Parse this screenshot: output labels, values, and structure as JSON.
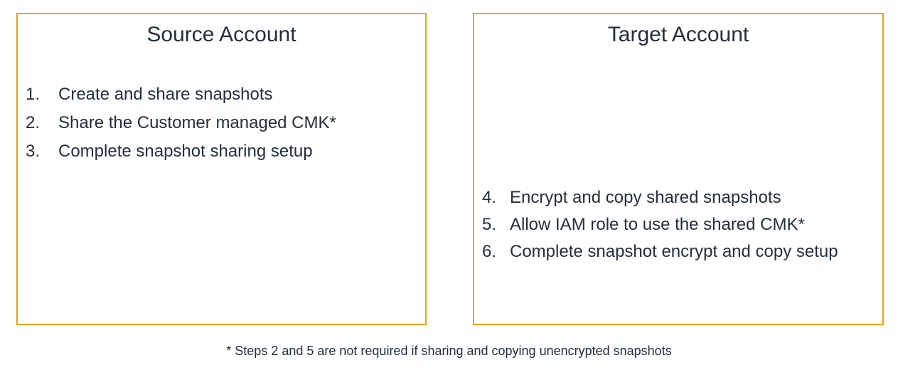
{
  "colors": {
    "background": "#FFFFFF",
    "box_border": "#F2A104",
    "text": "#232F3E"
  },
  "source_box": {
    "title": "Source Account",
    "items": [
      {
        "num": "1.",
        "text": "Create and share snapshots"
      },
      {
        "num": "2.",
        "text": "Share the Customer managed CMK*"
      },
      {
        "num": "3.",
        "text": "Complete snapshot sharing setup"
      }
    ]
  },
  "target_box": {
    "title": "Target Account",
    "items": [
      {
        "num": "4.",
        "text": "Encrypt and copy shared snapshots"
      },
      {
        "num": "5.",
        "text": "Allow IAM role to use the shared CMK*"
      },
      {
        "num": "6.",
        "text": "Complete snapshot encrypt and copy setup"
      }
    ]
  },
  "footnote": "* Steps 2 and 5 are not required if sharing and copying unencrypted snapshots"
}
